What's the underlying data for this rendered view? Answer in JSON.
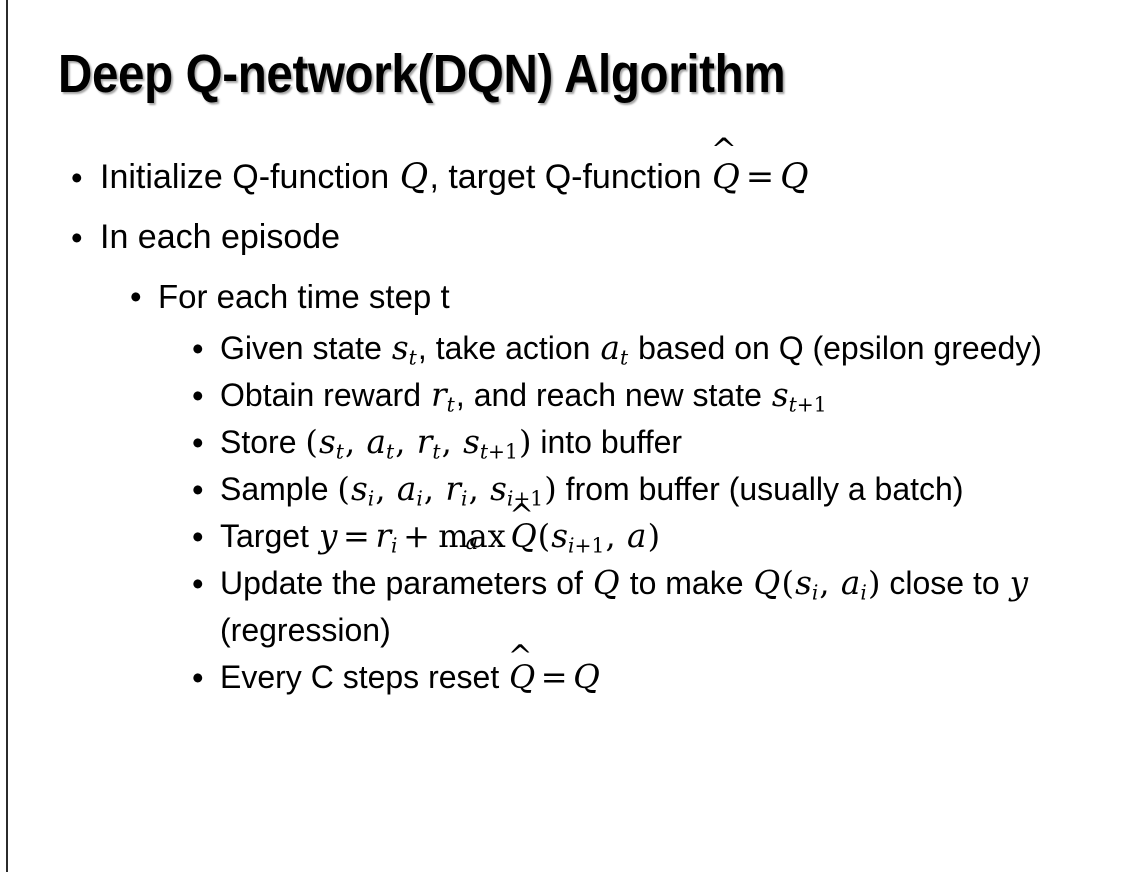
{
  "slide": {
    "background_color": "#ffffff",
    "text_color": "#000000",
    "edge_rule_color": "#2b2b2b",
    "title": "Deep Q-network(DQN) Algorithm",
    "bullet_glyph": "•"
  },
  "content": {
    "items": [
      {
        "level": 1,
        "name": "bullet-initialize-q-function",
        "plain_text": "Initialize Q-function Q, target Q-function Q̂ = Q",
        "segments": [
          {
            "type": "text",
            "value": "Initialize Q-function "
          },
          {
            "type": "mi",
            "value": "Q"
          },
          {
            "type": "text",
            "value": ", target Q-function "
          },
          {
            "type": "qhat",
            "value": "Q"
          },
          {
            "type": "mo",
            "value": "="
          },
          {
            "type": "mi",
            "value": "Q"
          }
        ]
      },
      {
        "level": 1,
        "name": "bullet-in-each-episode",
        "plain_text": "In each episode",
        "segments": [
          {
            "type": "text",
            "value": "In each episode"
          }
        ]
      },
      {
        "level": 2,
        "name": "bullet-for-each-time-step",
        "plain_text": "For each time step t",
        "segments": [
          {
            "type": "text",
            "value": "For each time step t"
          }
        ]
      },
      {
        "level": 3,
        "name": "bullet-given-state-take-action",
        "plain_text": "Given state s_t, take action a_t based on Q (epsilon greedy)",
        "segments": [
          {
            "type": "text",
            "value": "Given state "
          },
          {
            "type": "mi_sub",
            "value": "s",
            "sub": "t"
          },
          {
            "type": "text",
            "value": ", take action "
          },
          {
            "type": "mi_sub",
            "value": "a",
            "sub": "t"
          },
          {
            "type": "text",
            "value": " based on Q (epsilon greedy)"
          }
        ]
      },
      {
        "level": 3,
        "name": "bullet-obtain-reward",
        "plain_text": "Obtain reward r_t, and reach new state s_t+1",
        "segments": [
          {
            "type": "text",
            "value": "Obtain reward "
          },
          {
            "type": "mi_sub",
            "value": "r",
            "sub": "t"
          },
          {
            "type": "text",
            "value": ", and reach new state "
          },
          {
            "type": "mi_sub",
            "value": "s",
            "sub": "t+1"
          }
        ]
      },
      {
        "level": 3,
        "name": "bullet-store-into-buffer",
        "plain_text": "Store (s_t, a_t, r_t, s_t+1) into buffer",
        "segments": [
          {
            "type": "text",
            "value": "Store "
          },
          {
            "type": "mparen",
            "value": "("
          },
          {
            "type": "mi_sub",
            "value": "s",
            "sub": "t"
          },
          {
            "type": "mpunct",
            "value": ", "
          },
          {
            "type": "mi_sub",
            "value": "a",
            "sub": "t"
          },
          {
            "type": "mpunct",
            "value": ", "
          },
          {
            "type": "mi_sub",
            "value": "r",
            "sub": "t"
          },
          {
            "type": "mpunct",
            "value": ", "
          },
          {
            "type": "mi_sub",
            "value": "s",
            "sub": "t+1"
          },
          {
            "type": "mparen",
            "value": ")"
          },
          {
            "type": "text",
            "value": " into buffer"
          }
        ]
      },
      {
        "level": 3,
        "name": "bullet-sample-from-buffer",
        "plain_text": "Sample (s_i, a_i, r_i, s_i+1) from buffer (usually a batch)",
        "segments": [
          {
            "type": "text",
            "value": "Sample "
          },
          {
            "type": "mparen",
            "value": "("
          },
          {
            "type": "mi_sub",
            "value": "s",
            "sub": "i"
          },
          {
            "type": "mpunct",
            "value": ", "
          },
          {
            "type": "mi_sub",
            "value": "a",
            "sub": "i"
          },
          {
            "type": "mpunct",
            "value": ", "
          },
          {
            "type": "mi_sub",
            "value": "r",
            "sub": "i"
          },
          {
            "type": "mpunct",
            "value": ", "
          },
          {
            "type": "mi_sub",
            "value": "s",
            "sub": "i+1"
          },
          {
            "type": "mparen",
            "value": ")"
          },
          {
            "type": "text",
            "value": " from buffer (usually a batch)"
          }
        ]
      },
      {
        "level": 3,
        "name": "bullet-target-equation",
        "plain_text": "Target y = r_i + max_a Q̂(s_i+1, a)",
        "segments": [
          {
            "type": "text",
            "value": "Target "
          },
          {
            "type": "mi",
            "value": "y"
          },
          {
            "type": "mo",
            "value": "="
          },
          {
            "type": "mi_sub",
            "value": "r",
            "sub": "i"
          },
          {
            "type": "mo",
            "value": "+"
          },
          {
            "type": "maxop",
            "value": "max",
            "limit": "a"
          },
          {
            "type": "qhat",
            "value": "Q"
          },
          {
            "type": "mparen",
            "value": "("
          },
          {
            "type": "mi_sub",
            "value": "s",
            "sub": "i+1"
          },
          {
            "type": "mpunct",
            "value": ", "
          },
          {
            "type": "mi",
            "value": "a"
          },
          {
            "type": "mparen",
            "value": ")"
          }
        ]
      },
      {
        "level": 3,
        "name": "bullet-update-parameters",
        "plain_text": "Update the parameters of Q to make Q(s_i, a_i) close to y (regression)",
        "segments": [
          {
            "type": "text",
            "value": "Update the parameters of "
          },
          {
            "type": "mi",
            "value": "Q"
          },
          {
            "type": "text",
            "value": " to make "
          },
          {
            "type": "mi",
            "value": "Q"
          },
          {
            "type": "mparen",
            "value": "("
          },
          {
            "type": "mi_sub",
            "value": "s",
            "sub": "i"
          },
          {
            "type": "mpunct",
            "value": ", "
          },
          {
            "type": "mi_sub",
            "value": "a",
            "sub": "i"
          },
          {
            "type": "mparen",
            "value": ")"
          },
          {
            "type": "text",
            "value": " close to "
          },
          {
            "type": "mi",
            "value": "y"
          },
          {
            "type": "text",
            "value": " (regression)"
          }
        ]
      },
      {
        "level": 3,
        "name": "bullet-every-c-steps-reset",
        "plain_text": "Every C steps reset Q̂ = Q",
        "segments": [
          {
            "type": "text",
            "value": "Every C steps reset "
          },
          {
            "type": "qhat",
            "value": "Q"
          },
          {
            "type": "mo",
            "value": "="
          },
          {
            "type": "mi",
            "value": "Q"
          }
        ]
      }
    ]
  }
}
